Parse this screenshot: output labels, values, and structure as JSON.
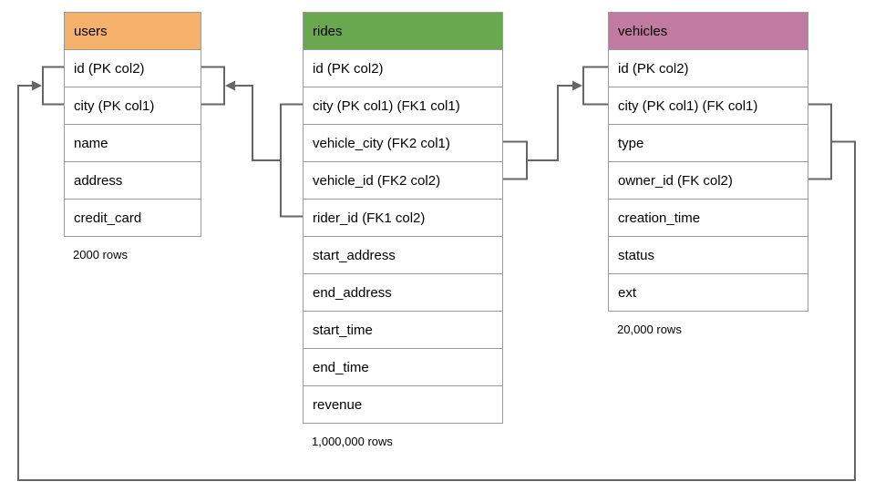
{
  "tables": [
    {
      "name": "users",
      "header_color": "#F6B26B",
      "columns": [
        "id (PK col2)",
        "city (PK col1)",
        "name",
        "address",
        "credit_card"
      ],
      "row_count": "2000 rows"
    },
    {
      "name": "rides",
      "header_color": "#6AA84F",
      "columns": [
        "id (PK col2)",
        "city (PK col1) (FK1 col1)",
        "vehicle_city (FK2 col1)",
        "vehicle_id (FK2 col2)",
        "rider_id (FK1 col2)",
        "start_address",
        "end_address",
        "start_time",
        "end_time",
        "revenue"
      ],
      "row_count": "1,000,000 rows"
    },
    {
      "name": "vehicles",
      "header_color": "#C27BA0",
      "columns": [
        "id (PK col2)",
        "city (PK col1) (FK col1)",
        "type",
        "owner_id (FK col2)",
        "creation_time",
        "status",
        "ext"
      ],
      "row_count": "20,000 rows"
    }
  ],
  "relationships": [
    {
      "key": "FK1",
      "from_table": "rides",
      "from_columns": [
        "city (FK1 col1)",
        "rider_id (FK1 col2)"
      ],
      "to_table": "users",
      "to_columns": [
        "id (PK col2)",
        "city (PK col1)"
      ]
    },
    {
      "key": "FK2",
      "from_table": "rides",
      "from_columns": [
        "vehicle_city (FK2 col1)",
        "vehicle_id (FK2 col2)"
      ],
      "to_table": "vehicles",
      "to_columns": [
        "id (PK col2)",
        "city (PK col1)"
      ]
    },
    {
      "key": "FK",
      "from_table": "vehicles",
      "from_columns": [
        "city (FK col1)",
        "owner_id (FK col2)"
      ],
      "to_table": "users",
      "to_columns": [
        "id (PK col2)",
        "city (PK col1)"
      ]
    }
  ],
  "colors": {
    "line": "#666666",
    "table_border": "#999999",
    "users_header": "#F6B26B",
    "rides_header": "#6AA84F",
    "vehicles_header": "#C27BA0"
  }
}
